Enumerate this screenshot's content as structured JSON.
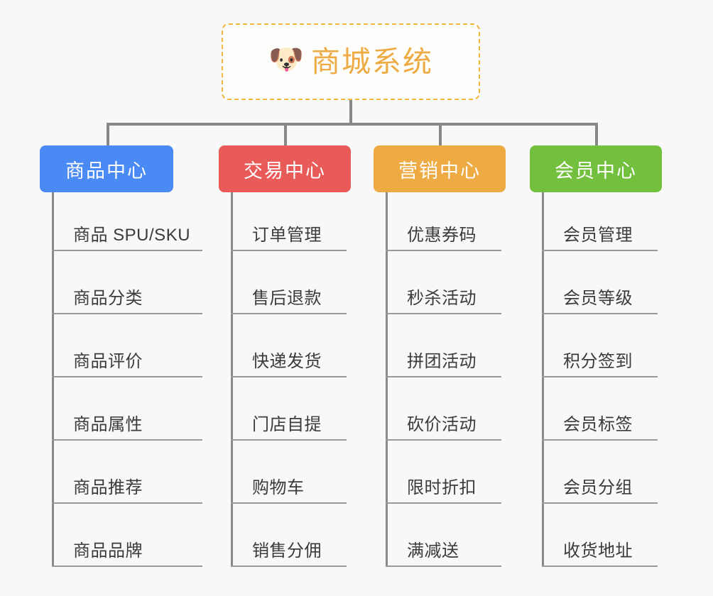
{
  "root": {
    "icon": "dog-face-icon",
    "icon_glyph": "🐶",
    "title": "商城系统",
    "title_color": "#eeab44",
    "border_color": "#f2b53c"
  },
  "canvas": {
    "background": "#f8f8f8",
    "connector_color": "#888888",
    "leaf_text_color": "#3b3b3b",
    "leaf_rule_color": "#9a9a9a"
  },
  "branches": [
    {
      "label": "商品中心",
      "color": "#4a8af4",
      "items": [
        "商品 SPU/SKU",
        "商品分类",
        "商品评价",
        "商品属性",
        "商品推荐",
        "商品品牌"
      ]
    },
    {
      "label": "交易中心",
      "color": "#e85b58",
      "items": [
        "订单管理",
        "售后退款",
        "快递发货",
        "门店自提",
        "购物车",
        "销售分佣"
      ]
    },
    {
      "label": "营销中心",
      "color": "#eeab44",
      "items": [
        "优惠券码",
        "秒杀活动",
        "拼团活动",
        "砍价活动",
        "限时折扣",
        "满减送"
      ]
    },
    {
      "label": "会员中心",
      "color": "#73c03f",
      "items": [
        "会员管理",
        "会员等级",
        "积分签到",
        "会员标签",
        "会员分组",
        "收货地址"
      ]
    }
  ]
}
